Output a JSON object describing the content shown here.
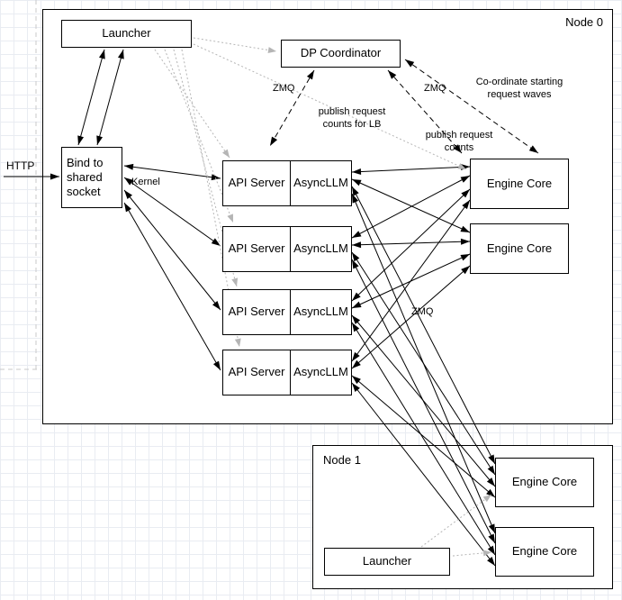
{
  "diagram": {
    "node0": {
      "label": "Node 0",
      "launcher_label": "Launcher",
      "dp_coordinator_label": "DP Coordinator",
      "bind_socket_label": "Bind to shared socket",
      "api_server_label": "API Server",
      "asyncllm_label": "AsyncLLM",
      "engine_core_label": "Engine Core"
    },
    "node1": {
      "label": "Node 1",
      "launcher_label": "Launcher",
      "engine_core_label": "Engine Core"
    },
    "annotations": {
      "http": "HTTP",
      "kernel": "Kernel",
      "zmq_launcher_dp": "ZMQ",
      "zmq_dp_engine": "ZMQ",
      "zmq_crossbar": "ZMQ",
      "publish_request_counts_for_lb": "publish request counts for LB",
      "publish_request_counts": "publish request counts",
      "coordinate_starting_request_waves": "Co-ordinate starting request waves"
    },
    "colors": {
      "arrow_solid": "#000000",
      "arrow_dotted": "#b5b5b5",
      "box_border": "#000000",
      "box_fill": "#ffffff"
    }
  }
}
